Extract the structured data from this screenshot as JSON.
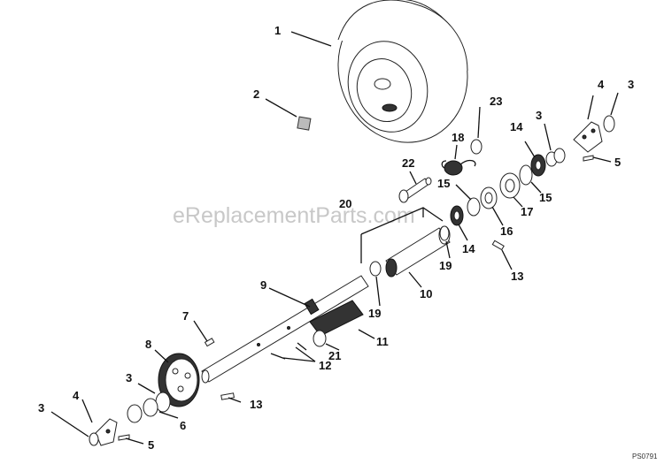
{
  "watermark": "eReplacementParts.com",
  "diagram_code": "PS0791",
  "callouts": {
    "c1": "1",
    "c2": "2",
    "c3a": "3",
    "c3b": "3",
    "c3c": "3",
    "c3d": "3",
    "c4a": "4",
    "c4b": "4",
    "c5a": "5",
    "c5b": "5",
    "c6": "6",
    "c7": "7",
    "c8": "8",
    "c9": "9",
    "c10": "10",
    "c11": "11",
    "c12": "12",
    "c13a": "13",
    "c13b": "13",
    "c14a": "14",
    "c14b": "14",
    "c15a": "15",
    "c15b": "15",
    "c16": "16",
    "c17": "17",
    "c18": "18",
    "c19a": "19",
    "c19b": "19",
    "c20": "20",
    "c21": "21",
    "c22": "22",
    "c23": "23"
  }
}
